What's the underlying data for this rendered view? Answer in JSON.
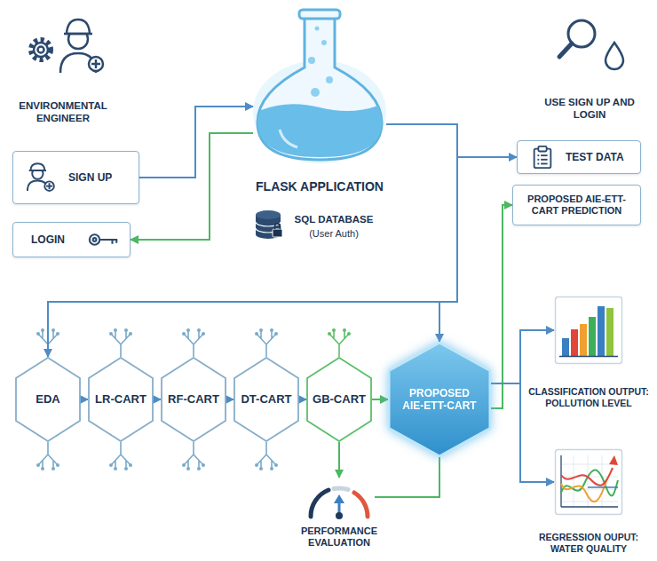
{
  "diagram": {
    "nodes": [
      {
        "text": [
          "SIGN UP"
        ]
      },
      {
        "text": [
          "LOGIN"
        ]
      },
      {
        "text": [
          "FLASK APPLICATION"
        ]
      },
      {
        "text": [
          "TEST DATA"
        ]
      },
      {
        "text": [
          "PROPOSED AIE-ETT-CART PREDICTION"
        ]
      },
      {
        "text": [
          "EDA"
        ]
      },
      {
        "text": [
          "LR-CART"
        ]
      },
      {
        "text": [
          "RF-CART"
        ]
      },
      {
        "text": [
          "DT-CART"
        ]
      },
      {
        "text": [
          "GB-CART"
        ]
      },
      {
        "text": [
          "PROPOSED AIE-ETT-CART"
        ]
      },
      {
        "text": [
          "PERFORMANCE EVALUATION"
        ]
      },
      {
        "text": [
          "CLASSIFICATION OUTPUT: POLLUTION LEVEL"
        ]
      },
      {
        "text": [
          "REGRESSION OUPUT: WATER QUALITY"
        ]
      }
    ],
    "edges": [
      {
        "from": 0,
        "to": 2,
        "arrow": "to"
      },
      {
        "from": 2,
        "to": 1,
        "arrow": "to"
      },
      {
        "from": 2,
        "to": 3,
        "arrow": "to"
      },
      {
        "from": 2,
        "to": 5,
        "arrow": "to"
      },
      {
        "from": 2,
        "to": 10,
        "arrow": "to"
      },
      {
        "from": 5,
        "to": 6,
        "arrow": "to"
      },
      {
        "from": 6,
        "to": 7,
        "arrow": "to"
      },
      {
        "from": 7,
        "to": 8,
        "arrow": "to"
      },
      {
        "from": 8,
        "to": 9,
        "arrow": "to"
      },
      {
        "from": 9,
        "to": 10,
        "arrow": "to"
      },
      {
        "from": 9,
        "to": 11,
        "arrow": "to"
      },
      {
        "from": 11,
        "to": 10,
        "arrow": "none"
      },
      {
        "from": 10,
        "to": 4,
        "arrow": "to"
      },
      {
        "from": 10,
        "to": 12,
        "arrow": "to"
      },
      {
        "from": 10,
        "to": 13,
        "arrow": "to"
      }
    ],
    "labels": [
      "ENVIRONMENTAL ENGINEER",
      "SQL DATABASE",
      "(User Auth)",
      "USE SIGN UP AND LOGIN"
    ]
  }
}
